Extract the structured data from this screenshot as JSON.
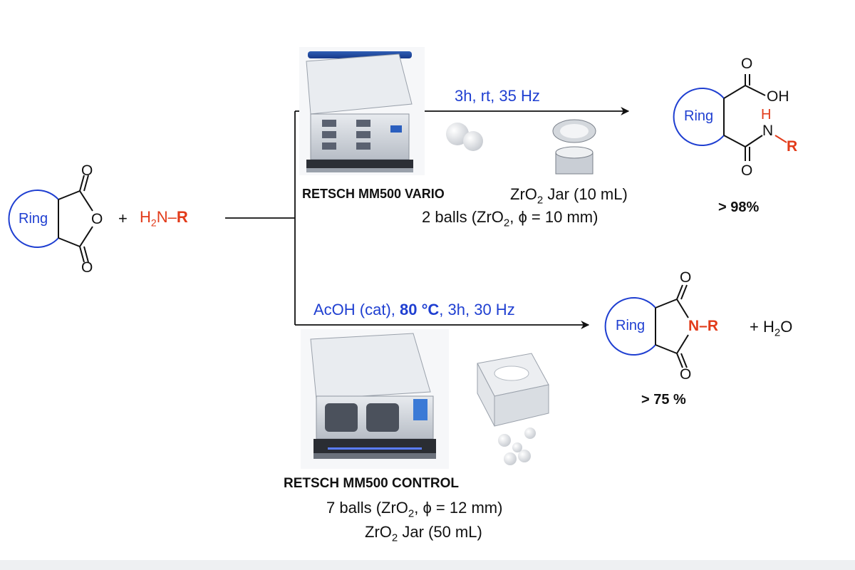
{
  "reactant": {
    "ring_label": "Ring",
    "o_top": "O",
    "o_ring": "O",
    "o_bottom": "O",
    "plus": "+",
    "amine_h": "H",
    "amine_sub": "2",
    "amine_n": "N",
    "amine_bond": "–",
    "amine_r": "R"
  },
  "top_route": {
    "conditions": "3h, rt, 35 Hz",
    "machine_name": "RETSCH MM500 VARIO",
    "jar_prefix": "ZrO",
    "jar_sub": "2",
    "jar_suffix": " Jar (10 mL)",
    "balls_prefix": "2 balls (ZrO",
    "balls_sub": "2",
    "balls_suffix": ", ϕ = 10 mm)",
    "product": {
      "ring_label": "Ring",
      "o_top": "O",
      "oh": "OH",
      "h": "H",
      "n": "N",
      "r": "R",
      "o_bottom": "O"
    },
    "yield": "> 98%"
  },
  "bottom_route": {
    "cond_part1": "AcOH (cat), ",
    "cond_bold": "80 °C",
    "cond_part2": ", 3h, 30 Hz",
    "machine_name": "RETSCH MM500 CONTROL",
    "balls_prefix": "7 balls (ZrO",
    "balls_sub": "2",
    "balls_suffix": ", ϕ = 12 mm)",
    "jar_prefix": "ZrO",
    "jar_sub": "2",
    "jar_suffix": " Jar (50 mL)",
    "product": {
      "ring_label": "Ring",
      "o_top": "O",
      "n": "N",
      "bond": "–",
      "r": "R",
      "o_bottom": "O",
      "plus": "+ H",
      "water_sub": "2",
      "water_o": "O"
    },
    "yield": "> 75 %"
  },
  "colors": {
    "blue": "#1f3fd1",
    "red": "#e23b1a",
    "black": "#111111"
  }
}
